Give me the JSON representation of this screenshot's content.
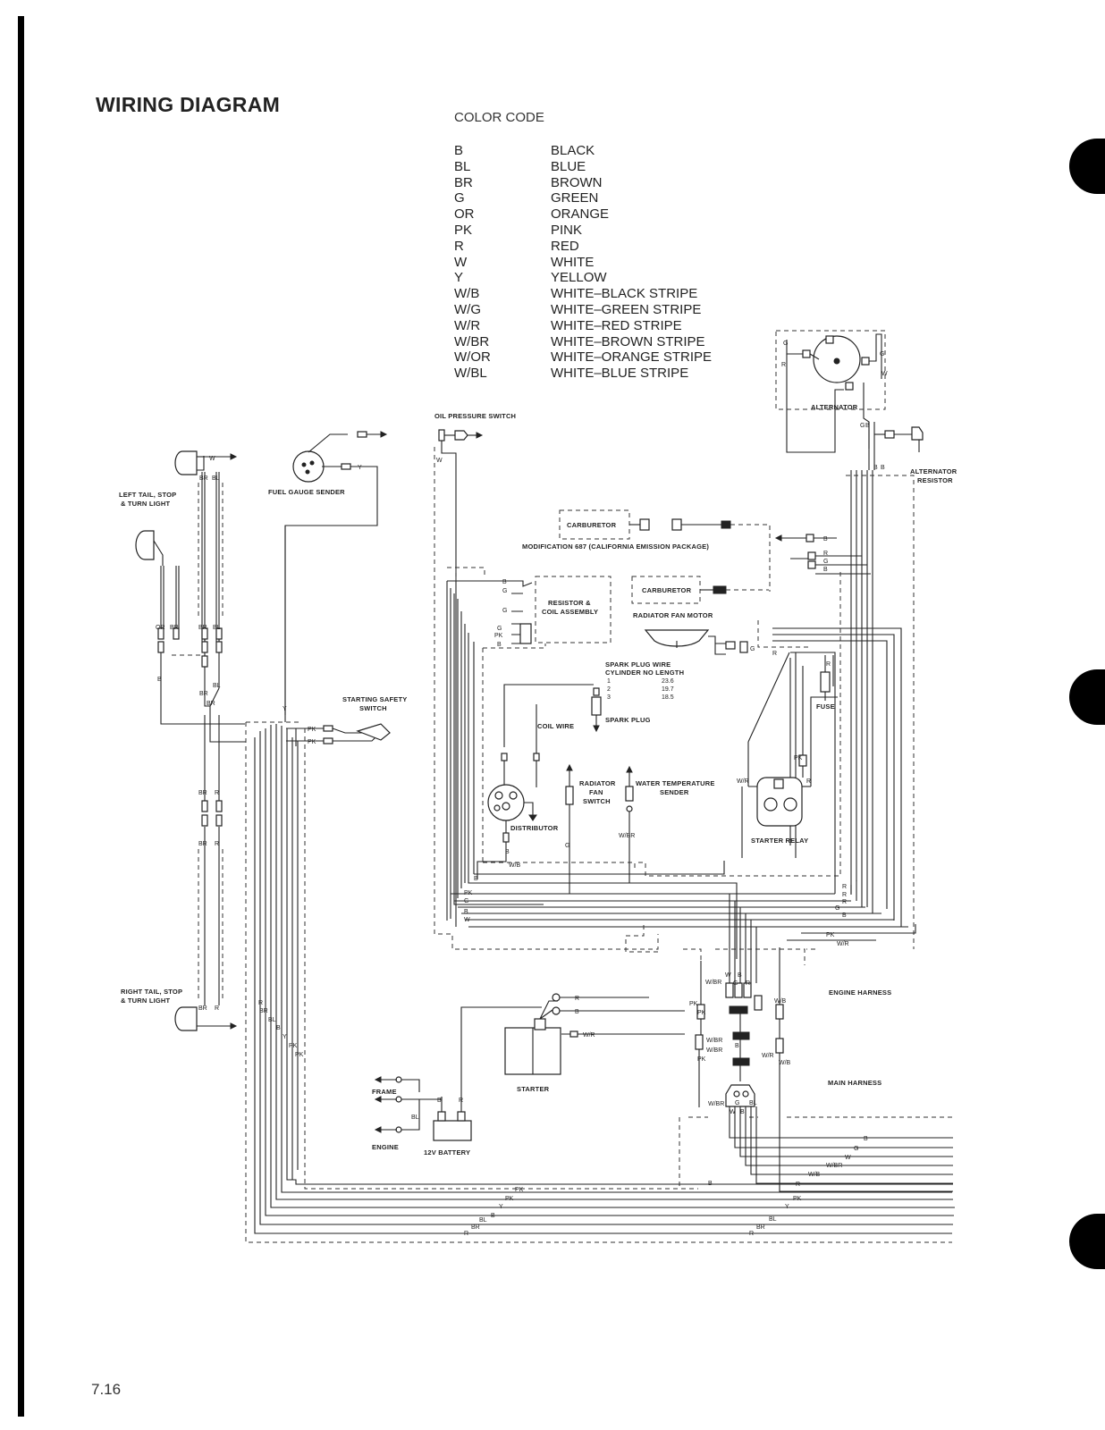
{
  "title": "WIRING DIAGRAM",
  "color_code": {
    "heading": "COLOR CODE",
    "entries": [
      {
        "code": "B",
        "name": "BLACK"
      },
      {
        "code": "BL",
        "name": "BLUE"
      },
      {
        "code": "BR",
        "name": "BROWN"
      },
      {
        "code": "G",
        "name": "GREEN"
      },
      {
        "code": "OR",
        "name": "ORANGE"
      },
      {
        "code": "PK",
        "name": "PINK"
      },
      {
        "code": "R",
        "name": "RED"
      },
      {
        "code": "W",
        "name": "WHITE"
      },
      {
        "code": "Y",
        "name": "YELLOW"
      },
      {
        "code": "W/B",
        "name": "WHITE–BLACK STRIPE"
      },
      {
        "code": "W/G",
        "name": "WHITE–GREEN STRIPE"
      },
      {
        "code": "W/R",
        "name": "WHITE–RED STRIPE"
      },
      {
        "code": "W/BR",
        "name": "WHITE–BROWN STRIPE"
      },
      {
        "code": "W/OR",
        "name": "WHITE–ORANGE STRIPE"
      },
      {
        "code": "W/BL",
        "name": "WHITE–BLUE STRIPE"
      }
    ]
  },
  "components": {
    "oil_pressure_switch": "OIL PRESSURE SWITCH",
    "fuel_gauge_sender": "FUEL GAUGE SENDER",
    "left_tail_1": "LEFT TAIL, STOP",
    "left_tail_2": "& TURN LIGHT",
    "right_tail_1": "RIGHT TAIL, STOP",
    "right_tail_2": "& TURN LIGHT",
    "alternator": "ALTERNATOR",
    "alternator_resistor_1": "ALTERNATOR",
    "alternator_resistor_2": "RESISTOR",
    "carburetor_1": "CARBURETOR",
    "carburetor_2": "CARBURETOR",
    "modification": "MODIFICATION 687 (CALIFORNIA EMISSION PACKAGE)",
    "resistor_coil_1": "RESISTOR &",
    "resistor_coil_2": "COIL ASSEMBLY",
    "radiator_fan_motor": "RADIATOR FAN MOTOR",
    "starting_safety_1": "STARTING SAFETY",
    "starting_safety_2": "SWITCH",
    "spark_plug_wire": "SPARK PLUG WIRE",
    "spark_plug_header": "CYLINDER NO  LENGTH",
    "spark_plug_rows": [
      "1",
      "2",
      "3"
    ],
    "spark_plug_lengths": [
      "23.6",
      "19.7",
      "18.5"
    ],
    "spark_plug": "SPARK PLUG",
    "coil_wire": "COIL WIRE",
    "fuse": "FUSE",
    "radiator_fan_switch_1": "RADIATOR",
    "radiator_fan_switch_2": "FAN",
    "radiator_fan_switch_3": "SWITCH",
    "water_temp_1": "WATER TEMPERATURE",
    "water_temp_2": "SENDER",
    "distributor": "DISTRIBUTOR",
    "starter_relay": "STARTER RELAY",
    "engine_harness": "ENGINE HARNESS",
    "starter": "STARTER",
    "main_harness": "MAIN HARNESS",
    "frame": "FRAME",
    "engine": "ENGINE",
    "battery": "12V BATTERY"
  },
  "wire_labels": {
    "W": "W",
    "B": "B",
    "BR": "BR",
    "BL": "BL",
    "OR": "OR",
    "R": "R",
    "G": "G",
    "PK": "PK",
    "Y": "Y",
    "WB": "W/B",
    "WR": "W/R",
    "WBR": "W/BR"
  },
  "page_number": "7.16"
}
